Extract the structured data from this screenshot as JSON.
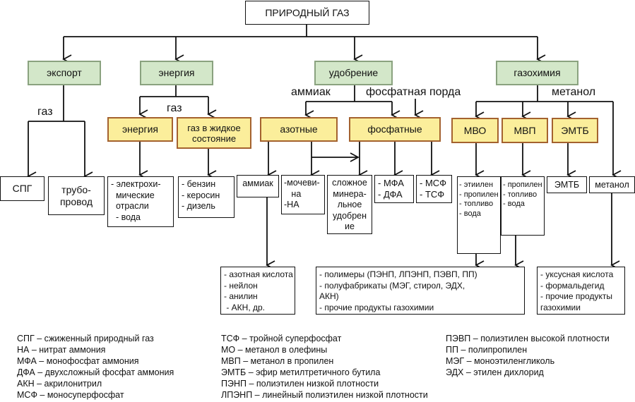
{
  "root": "ПРИРОДНЫЙ ГАЗ",
  "categories": {
    "export": "экспорт",
    "energy": "энергия",
    "fertilizer": "удобрение",
    "gaschem": "газохимия"
  },
  "edge_labels": {
    "export_gas": "газ",
    "energy_gas": "газ",
    "ammonia": "аммиак",
    "phosphate_rock": "фосфатная порда",
    "methanol": "метанол"
  },
  "subcategories": {
    "energy_power": "энергия",
    "lng_line1": "газ в жидкое",
    "lng_line2": "состояние",
    "nitrogen": "азотные",
    "phosphate": "фосфатные",
    "mvo": "МВО",
    "mvp": "МВП",
    "emtb": "ЭМТБ"
  },
  "products": {
    "spg": "СПГ",
    "pipeline": [
      "трубо-",
      "провод"
    ],
    "electrochem": [
      "- электрохи-",
      "  мические",
      "  отрасли",
      "  - вода"
    ],
    "fuels": [
      "- бензин",
      "- керосин",
      "- дизель"
    ],
    "ammonia": "аммиак",
    "urea": [
      "-мочеви-",
      "   на",
      "-НА"
    ],
    "complex_fertilizer": [
      "сложное",
      "минера-",
      "льное",
      "удобрен",
      "ие"
    ],
    "mfa_dfa": [
      "- МФА",
      "- ДФА"
    ],
    "msf_tsf": [
      "- МСФ",
      "- ТСФ"
    ],
    "mvo_products": [
      "- этиилен",
      "- пропилен",
      "- топливо",
      "- вода"
    ],
    "mvp_products": [
      "- пропилен",
      "- топливо",
      "- вода"
    ],
    "emtb": "ЭМТБ",
    "methanol": "метанол"
  },
  "end_products": {
    "ammonia_derivatives": [
      "- азотная кислота",
      "- нейлон",
      "- анилин",
      " - АКН, др."
    ],
    "polymers": [
      "- полимеры (ПЭНП, ЛПЭНП, ПЭВП, ПП)",
      "- полуфабрикаты (МЭГ, стирол, ЭДХ,",
      "АКН)",
      "- прочие продукты газохимии"
    ],
    "methanol_derivatives": [
      "- уксусная кислота",
      "- формальдегид",
      "- прочие продукты",
      "газохимии"
    ]
  },
  "legend": {
    "col1": [
      "СПГ – сжиженный природный газ",
      "НА – нитрат аммония",
      "МФА – монофосфат аммония",
      "ДФА – двухсложный фосфат аммония",
      "АКН – акрилонитрил",
      "МСФ – моносуперфосфат"
    ],
    "col2": [
      "ТСФ – тройной суперфосфат",
      "МО – метанол в олефины",
      "МВП – метанол в пропилен",
      "ЭМТБ – эфир метилтретичного бутила",
      "ПЭНП – полиэтилен низкой плотности",
      "ЛПЭНП – линейный полиэтилен низкой плотности"
    ],
    "col3": [
      "ПЭВП  – полиэтилен высокой плотности",
      "ПП – полипропилен",
      "МЭГ – моноэтиленгликоль",
      "ЭДХ – этилен дихлорид"
    ]
  },
  "colors": {
    "green_fill": "#d3e7c9",
    "green_border": "#8aa27f",
    "yellow_fill": "#fbee9b",
    "yellow_border": "#a4622f"
  }
}
